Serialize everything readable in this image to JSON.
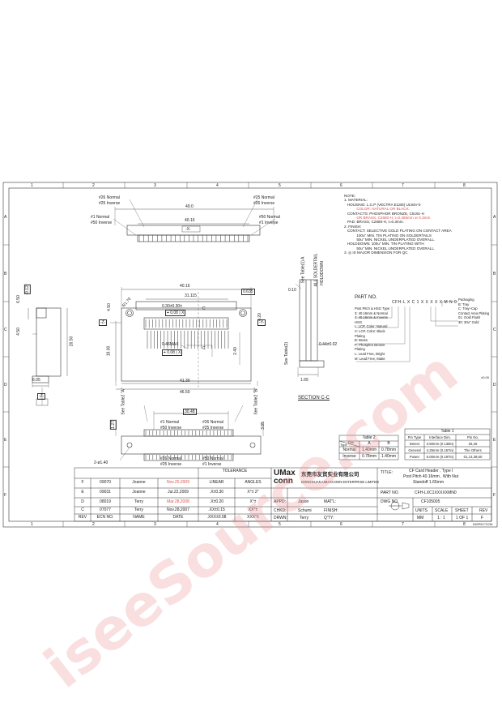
{
  "watermark": "iseeSource.com",
  "frame": {
    "cols": [
      "1",
      "2",
      "3",
      "4",
      "5",
      "6",
      "7",
      "8"
    ],
    "rows": [
      "A",
      "B",
      "C",
      "D",
      "E",
      "F"
    ]
  },
  "top_view": {
    "pin_labels_left": [
      "#26 Normal",
      "#25 Inverse",
      "#1 Normal",
      "#50 Inverse"
    ],
    "pin_labels_right": [
      "#25 Normal",
      "#26 Inverse",
      "#50 Normal",
      "#1 Inverse"
    ],
    "dim_overall": "49.0",
    "dim_inner": "40.16",
    "datum": "-X-"
  },
  "main_view": {
    "dim_40_16": "40.16",
    "dim_31_115": "31.115",
    "pitch_callout": "0.30±0.30±",
    "dim_0_635": "0.635",
    "tol_a": "0.08",
    "tol_x": "X",
    "tol_b": "0.08",
    "dim_4_50": "4.50",
    "dim_0_46": "0.46MAX",
    "dim_4_20": "4.20",
    "dim_19_00": "19.00",
    "dim_2_40": "2.40",
    "dim_41_30": "41.30",
    "dim_46_50": "46.50",
    "section_mark": "C",
    "datum_z": "-Z-",
    "datum_y": "-Y-",
    "r_hole": "R1.70",
    "dim_6_50": "6.50",
    "dim_0_12": "0.12",
    "dim_4_50_side": "4.50",
    "dim_26_50": "26.50",
    "dim_6_05": "6.05"
  },
  "side_section": {
    "dim_0_10": "0.10",
    "ref_table": "See Table(1) A",
    "ref_table2": "ALL SOLDERTAIL",
    "ref_holdown": "HOLDDOWN",
    "dim_0_44": "0.44±0.02",
    "dim_1_65": "1.65",
    "ref_table_b": "See Table(2)",
    "title": "SECTION C-C"
  },
  "bottom_view": {
    "ref_a": "See Table2 \"A\"",
    "ref_b": "See Table2 \"B\"",
    "dim_30_48": "30.48",
    "dim_1_27": "1.27",
    "dim_3_85": "3.85",
    "holes": "2-ø1.40",
    "pins_top_left": [
      "#1 Normal",
      "#50 Inverse"
    ],
    "pins_top_right": [
      "#26 Normal",
      "#25 Inverse"
    ],
    "pins_bot_left": [
      "#26 Normal",
      "#25 Inverse"
    ],
    "pins_bot_right": [
      "#50 Normal",
      "#1 Inverse"
    ]
  },
  "notes": {
    "lines": [
      {
        "text": "NOTE:",
        "red": false
      },
      {
        "text": "1. MATERIAL:",
        "red": false
      },
      {
        "text": "   HOUSING: L.C.P (VECTRA E130I) UL94V-0",
        "red": false
      },
      {
        "text": "            COLOR: NATURAL OR BLACK.",
        "red": true
      },
      {
        "text": "   CONTACTS: PHOSPHOR BRONZE, C5191-H",
        "red": false
      },
      {
        "text": "            OR BRASS, C2680-H, t=0.465mm or 0.3mm",
        "red": true
      },
      {
        "text": "   PAD: BRASS, C2680-H, t=0.3mm.",
        "red": false
      },
      {
        "text": "2. FINISH:",
        "red": false
      },
      {
        "text": "   CONTACT: SELECTIVE GOLD PLATING ON CONTACT AREA",
        "red": false
      },
      {
        "text": "            100u\" MIN. TIN PLATING ON SOLDERTAILS",
        "red": false
      },
      {
        "text": "            50u\" MIN. NICKEL UNDERPLATED OVERALL.",
        "red": false
      },
      {
        "text": "   HOLDDOWN: 100u\" MIN. TIN PLATING WITH",
        "red": false
      },
      {
        "text": "            50u\" MIN. NICKEL UNDERPLATED OVERALL.",
        "red": false
      },
      {
        "text": "3. ◎ IS MAJOR DIMENSION FOR QC",
        "red": false
      }
    ]
  },
  "part_no": {
    "heading": "PART NO.",
    "code": "CFH-L X C 1 X X X X X M N 0",
    "left_items": [
      "Post Pitch & HSG Type",
      "3: 40.16mm & Normal",
      "4: 40.16mm & Inverse",
      "HSG",
      "L: LCP, Color: Natural",
      "X: LCP, Color: Black",
      "Plating",
      "B: Brass",
      "P: Phosphor Bronze",
      "Plating",
      "L: Lead Free, Bright",
      "M: Lead Free, Matte"
    ],
    "right_items": [
      "Packaging",
      "B: Tray",
      "C: Tray+Cap",
      "Contact Area Plating",
      "01: Gold Flash",
      "30: 30u\" Gold"
    ],
    "code_suffix": "±0.00"
  },
  "table2": {
    "title": "Table 2",
    "corner": [
      "Dim",
      "Type"
    ],
    "headers": [
      "A",
      "B"
    ],
    "rows": [
      [
        "Normal",
        "1.40mm",
        "0.78mm"
      ],
      [
        "Inverse",
        "0.78mm",
        "1.40mm"
      ]
    ]
  },
  "table1": {
    "title": "Table 1",
    "headers": [
      "Pin Type",
      "Interface Dim.",
      "Pin No."
    ],
    "rows": [
      [
        "Detect",
        "3.50mm (0.138in)",
        "25,26"
      ],
      [
        "General",
        "4.25mm (0.167in)",
        "The Others"
      ],
      [
        "Power",
        "5.00mm (0.197in)",
        "01,13,38,50"
      ]
    ]
  },
  "revisions": {
    "headers": [
      "REV",
      "ECN NO.",
      "NAME",
      "DATE"
    ],
    "rows": [
      [
        "F",
        "09070",
        "Joanne",
        "Nov.25,2009"
      ],
      [
        "E",
        "09031",
        "Joanne",
        "Jul.22,2009"
      ],
      [
        "D",
        "08019",
        "Terry",
        "Mar.28,2008"
      ],
      [
        "C",
        "07077",
        "Terry",
        "Nov.28,2007"
      ]
    ]
  },
  "tolerance": {
    "title": "TOLERANCE",
    "headers": [
      "LINEAR",
      "ANGLES"
    ],
    "rows": [
      [
        ".X±0.30",
        "X°± 2°"
      ],
      [
        ".X±0.20",
        "X°±"
      ],
      [
        ".XX±0.15",
        "XX°±"
      ],
      [
        ".XXX±0.08",
        "XXX°±"
      ]
    ]
  },
  "company": {
    "logo_top": "UMax",
    "logo_bottom": "conn",
    "name_cn": "东莞市友贸实业有限公司",
    "name_en": "DONGGUAN UMAXCONN ENTERPRISE LIMITED"
  },
  "title_block": {
    "title_label": "TITLE:",
    "title_lines": [
      "CF Card Header , Type I",
      "Post Pitch 40.16mm , With Nut",
      "Standoff 1.65mm"
    ],
    "part_label": "PART NO.",
    "part_value": "CFH-LXC1XXXXXMN0",
    "dwg_label": "DWG NO.",
    "dwg_value": "CF105005",
    "appd_label": "APPD:",
    "appd_value": "Jason",
    "chkd_label": "CHKD:",
    "chkd_value": "Schumi",
    "drwn_label": "DRWN:",
    "drwn_value": "Terry",
    "matl_label": "MAT'L:",
    "finish_label": "FINISH:",
    "qty_label": "Q'TY:",
    "units_label": "UNITS",
    "scale_label": "SCALE",
    "sheet_label": "SHEET",
    "rev_label": "REV",
    "units_value": "MM",
    "scale_value": "1 : 1",
    "sheet_value": "1 OF 1",
    "rev_value": "F",
    "inspection": "INSPECTION"
  }
}
